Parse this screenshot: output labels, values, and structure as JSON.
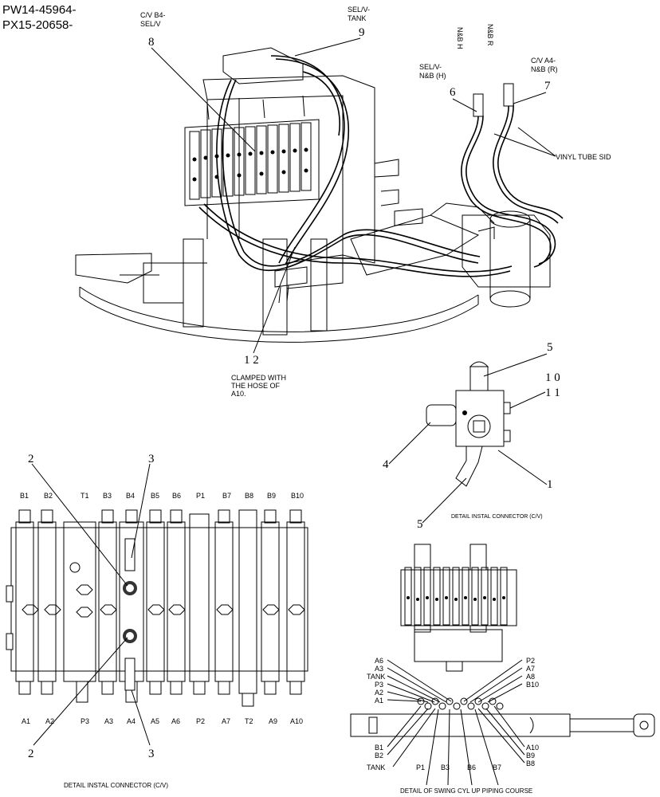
{
  "header": {
    "part_numbers": [
      "PW14-45964-",
      "PX15-20658-"
    ]
  },
  "main_view": {
    "callouts": {
      "cv_b4_sel_v": [
        "C/V B4-",
        "SEL/V"
      ],
      "sel_v_tank": [
        "SEL/V-",
        "TANK"
      ],
      "nb_h": "N&B H",
      "nb_r": "N&B R",
      "sel_v_nb_h": [
        "SEL/V-",
        "N&B (H)"
      ],
      "cv_a4_nb_r": [
        "C/V A4-",
        "N&B (R)"
      ],
      "vinyl_tube": "VINYL TUBE SID",
      "clamped_note": [
        "CLAMPED WITH",
        "THE HOSE OF",
        "A10."
      ]
    },
    "item_numbers": {
      "n8": "8",
      "n9": "9",
      "n6": "6",
      "n7": "7",
      "n12": "1 2"
    }
  },
  "connector_detail": {
    "title": "DETAIL INSTAL CONNECTOR (C/V)",
    "item_numbers": {
      "top5": "5",
      "n10": "1 0",
      "n11": "1 1",
      "n4": "4",
      "n1": "1",
      "bottom5": "5"
    }
  },
  "control_valve_detail": {
    "title": "DETAIL INSTAL CONNECTOR (C/V)",
    "top_ports": [
      "B1",
      "B2",
      "T1",
      "B3",
      "B4",
      "B5",
      "B6",
      "P1",
      "B7",
      "B8",
      "B9",
      "B10"
    ],
    "bottom_ports": [
      "A1",
      "A2",
      "P3",
      "A3",
      "A4",
      "A5",
      "A6",
      "P2",
      "A7",
      "T2",
      "A9",
      "A10"
    ],
    "item_numbers": {
      "top2": "2",
      "top3": "3",
      "bottom2": "2",
      "bottom3": "3"
    }
  },
  "piping_detail": {
    "title": "DETAIL OF SWING CYL UP PIPING COURSE",
    "left_top_labels": [
      "A6",
      "A3",
      "TANK",
      "P3",
      "A2",
      "A1"
    ],
    "right_top_labels": [
      "P2",
      "A7",
      "A8",
      "B10"
    ],
    "left_bottom_labels": [
      "B1",
      "B2",
      "TANK"
    ],
    "bottom_labels": [
      "P1",
      "B3",
      "B6",
      "B7"
    ],
    "right_bottom_labels": [
      "A10",
      "B9",
      "B8"
    ]
  }
}
